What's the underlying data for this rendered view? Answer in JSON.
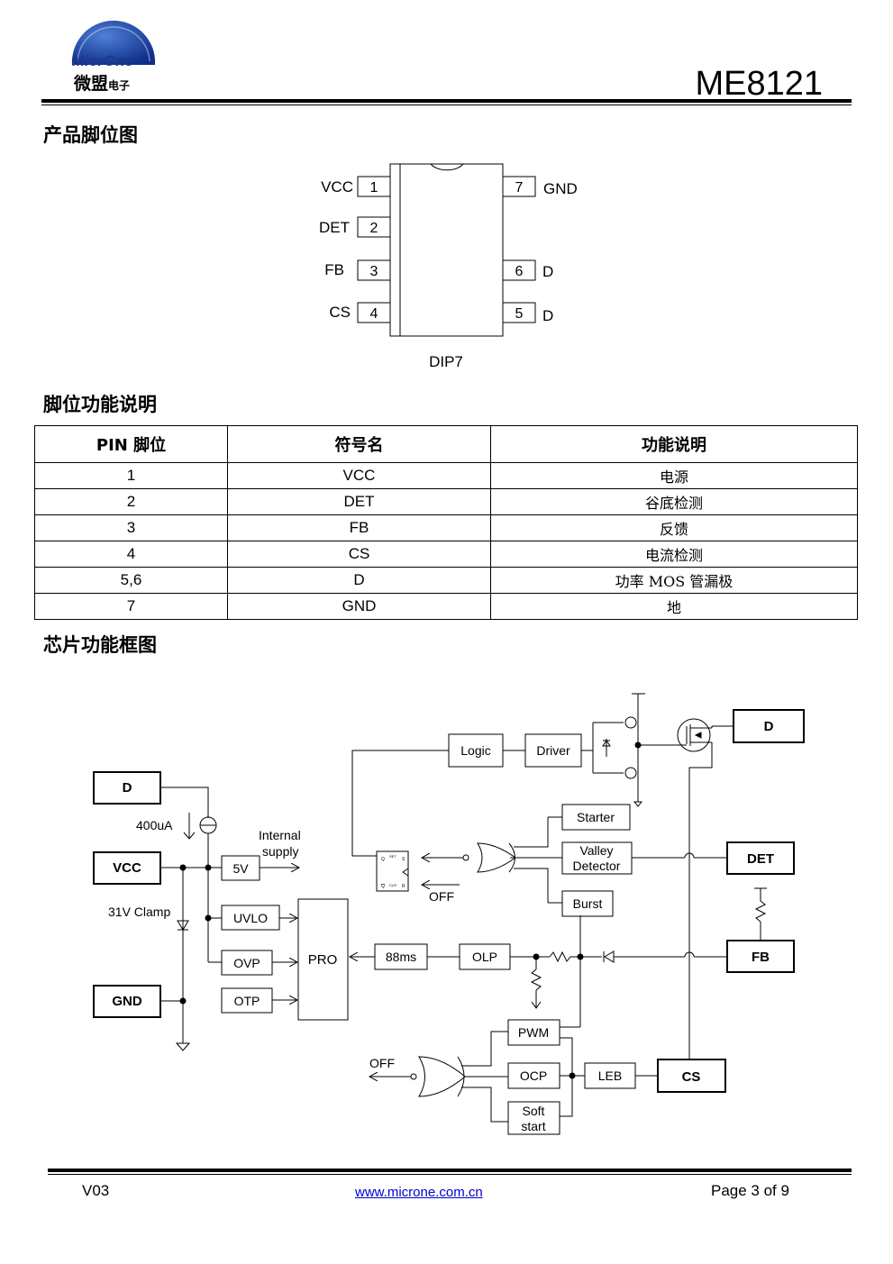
{
  "header": {
    "logo_en": "MicrOne",
    "logo_cn_main": "微盟",
    "logo_cn_sub": "电子",
    "part_number": "ME8121"
  },
  "sections": {
    "pinout_title": "产品脚位图",
    "pin_desc_title": "脚位功能说明",
    "block_title": "芯片功能框图"
  },
  "package": {
    "name": "DIP7",
    "left_pins": [
      {
        "num": "1",
        "label": "VCC"
      },
      {
        "num": "2",
        "label": "DET"
      },
      {
        "num": "3",
        "label": "FB"
      },
      {
        "num": "4",
        "label": "CS"
      }
    ],
    "right_pins": [
      {
        "num": "7",
        "label": "GND"
      },
      {
        "num": "6",
        "label": "D"
      },
      {
        "num": "5",
        "label": "D"
      }
    ]
  },
  "pin_table": {
    "headers": [
      "PIN 脚位",
      "符号名",
      "功能说明"
    ],
    "rows": [
      [
        "1",
        "VCC",
        "电源"
      ],
      [
        "2",
        "DET",
        "谷底检测"
      ],
      [
        "3",
        "FB",
        "反馈"
      ],
      [
        "4",
        "CS",
        "电流检测"
      ],
      [
        "5,6",
        "D",
        "功率 MOS 管漏极"
      ],
      [
        "7",
        "GND",
        "地"
      ]
    ]
  },
  "block_diagram": {
    "pins": {
      "d_left": "D",
      "vcc": "VCC",
      "gnd": "GND",
      "d_right": "D",
      "det": "DET",
      "fb": "FB",
      "cs": "CS"
    },
    "blocks": {
      "logic": "Logic",
      "driver": "Driver",
      "starter": "Starter",
      "valley": "Valley",
      "detector": "Detector",
      "burst": "Burst",
      "five_v": "5V",
      "uvlo": "UVLO",
      "ovp": "OVP",
      "otp": "OTP",
      "pro": "PRO",
      "ms88": "88ms",
      "olp": "OLP",
      "pwm": "PWM",
      "ocp": "OCP",
      "leb": "LEB",
      "soft": "Soft",
      "start": "start"
    },
    "labels": {
      "i400": "400uA",
      "internal": "Internal",
      "supply": "supply",
      "clamp": "31V Clamp",
      "off1": "OFF",
      "off2": "OFF",
      "ff_set": "SET",
      "ff_s": "S",
      "ff_q": "Q",
      "ff_qb": "Q",
      "ff_clr": "CLR",
      "ff_r": "R"
    }
  },
  "footer": {
    "version": "V03",
    "url": "www.microne.com.cn",
    "page": "Page 3 of 9"
  }
}
